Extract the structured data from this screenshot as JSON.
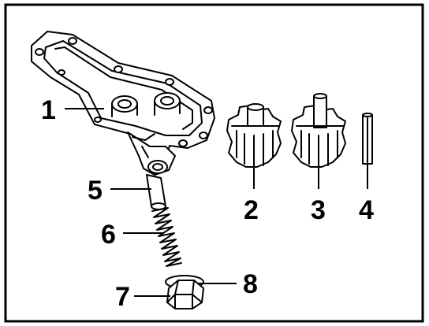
{
  "callouts": [
    {
      "id": "1",
      "label": "1",
      "part": "pump-cover"
    },
    {
      "id": "2",
      "label": "2",
      "part": "drive-gear"
    },
    {
      "id": "3",
      "label": "3",
      "part": "driven-gear"
    },
    {
      "id": "4",
      "label": "4",
      "part": "shaft-pin"
    },
    {
      "id": "5",
      "label": "5",
      "part": "relief-valve-piston"
    },
    {
      "id": "6",
      "label": "6",
      "part": "relief-valve-spring"
    },
    {
      "id": "7",
      "label": "7",
      "part": "plug-bolt"
    },
    {
      "id": "8",
      "label": "8",
      "part": "sealing-washer"
    }
  ],
  "colors": {
    "line": "#000000",
    "background": "#ffffff"
  }
}
